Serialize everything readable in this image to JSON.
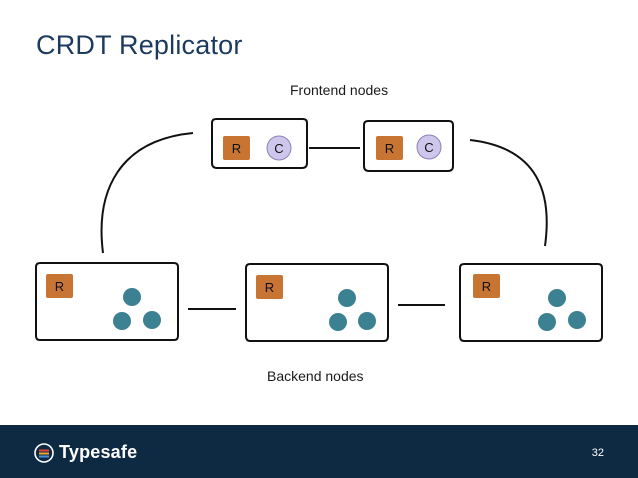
{
  "slide": {
    "title": "CRDT Replicator",
    "page_number": "32"
  },
  "diagram": {
    "frontend_label": "Frontend nodes",
    "backend_label": "Backend nodes",
    "frontend_nodes": [
      {
        "replicator": "R",
        "client": "C"
      },
      {
        "replicator": "R",
        "client": "C"
      }
    ],
    "backend_nodes": [
      {
        "replicator": "R"
      },
      {
        "replicator": "R"
      },
      {
        "replicator": "R"
      }
    ]
  },
  "brand": {
    "logo_text": "Typesafe",
    "footer_color": "#0e2a43",
    "replicator_color": "#c87533",
    "client_color": "#cfc6ec",
    "data_dot_color": "#3b8191"
  }
}
